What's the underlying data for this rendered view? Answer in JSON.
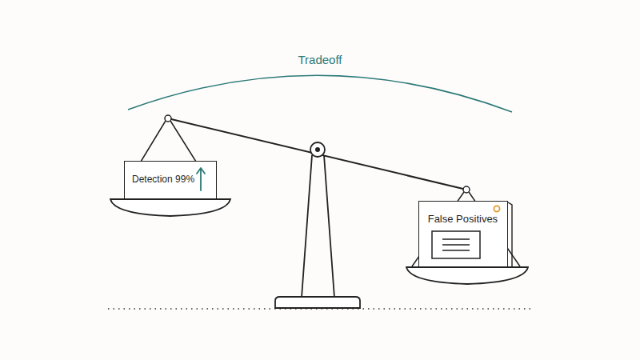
{
  "diagram": {
    "title": "Tradeoff",
    "nodes": [
      {
        "text": [
          "Detection 99%"
        ]
      },
      {
        "text": [
          "False Positives"
        ]
      }
    ]
  }
}
